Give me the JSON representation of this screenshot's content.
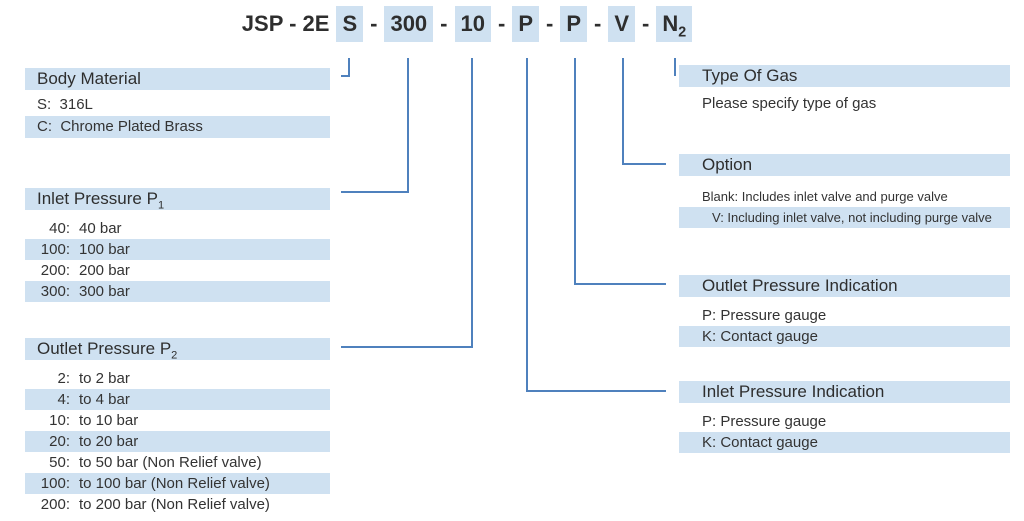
{
  "colors": {
    "highlight_bg": "#cfe1f1",
    "line_blue": "#4f81bd",
    "text": "#333333"
  },
  "code": {
    "prefix": "JSP - 2E",
    "separator": "-",
    "segments": [
      {
        "text": "S"
      },
      {
        "text": "300"
      },
      {
        "text": "10"
      },
      {
        "text": "P"
      },
      {
        "text": "P"
      },
      {
        "text": "V"
      },
      {
        "text": "N",
        "sub": "2"
      }
    ]
  },
  "sections": {
    "body_material": {
      "title": "Body Material",
      "rows": [
        "S:  316L",
        "C:  Chrome Plated Brass"
      ]
    },
    "inlet_pressure": {
      "title": "Inlet Pressure P",
      "title_sub": "1",
      "rows": [
        {
          "k": "40:",
          "v": "40 bar"
        },
        {
          "k": "100:",
          "v": "100 bar"
        },
        {
          "k": "200:",
          "v": "200 bar"
        },
        {
          "k": "300:",
          "v": "300 bar"
        }
      ]
    },
    "outlet_pressure": {
      "title": "Outlet Pressure P",
      "title_sub": "2",
      "rows": [
        {
          "k": "2:",
          "v": "to 2 bar"
        },
        {
          "k": "4:",
          "v": "to 4 bar"
        },
        {
          "k": "10:",
          "v": "to 10 bar"
        },
        {
          "k": "20:",
          "v": "to 20 bar"
        },
        {
          "k": "50:",
          "v": "to 50 bar (Non Relief valve)"
        },
        {
          "k": "100:",
          "v": "to 100 bar (Non Relief valve)"
        },
        {
          "k": "200:",
          "v": "to 200 bar (Non Relief valve)"
        }
      ]
    },
    "type_of_gas": {
      "title": "Type Of Gas",
      "rows": [
        "Please specify type of gas"
      ]
    },
    "option": {
      "title": "Option",
      "rows": [
        "Blank: Includes inlet valve and purge valve",
        "V: Including inlet valve, not including purge valve"
      ]
    },
    "outlet_pressure_indication": {
      "title": "Outlet Pressure Indication",
      "rows": [
        "P: Pressure gauge",
        "K: Contact gauge"
      ]
    },
    "inlet_pressure_indication": {
      "title": "Inlet Pressure Indication",
      "rows": [
        "P: Pressure gauge",
        "K: Contact gauge"
      ]
    }
  }
}
